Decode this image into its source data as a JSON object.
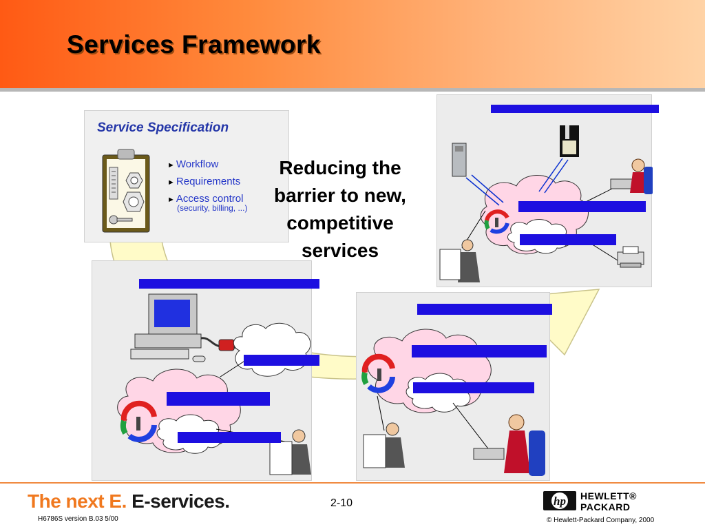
{
  "slide": {
    "title": "Services Framework",
    "center_text": "Reducing the barrier to new, competitive services"
  },
  "spec_panel": {
    "title": "Service Specification",
    "items": [
      "Workflow",
      "Requirements",
      "Access control"
    ],
    "sub_note": "(security, billing, ...)"
  },
  "footer": {
    "brand_part1": "The next E.",
    "brand_part2": "E-services.",
    "version": "H6786S version B.03 5/00",
    "page": "2-10",
    "hp_line1": "HEWLETT®",
    "hp_line2": "PACKARD",
    "copyright": "© Hewlett-Packard Company, 2000"
  },
  "colors": {
    "header_start": "#ff5a14",
    "header_end": "#ffd3a6",
    "cloud": "#ffd6e6",
    "arrow_fill": "#fffbc8",
    "redacted_bar": "#1d0fe0"
  },
  "icons": [
    "clipboard-icon",
    "computer-icon",
    "server-icon",
    "printer-icon",
    "cycle-icon",
    "businessman-icon",
    "operator-icon",
    "plug-icon",
    "hp-logo-icon"
  ]
}
